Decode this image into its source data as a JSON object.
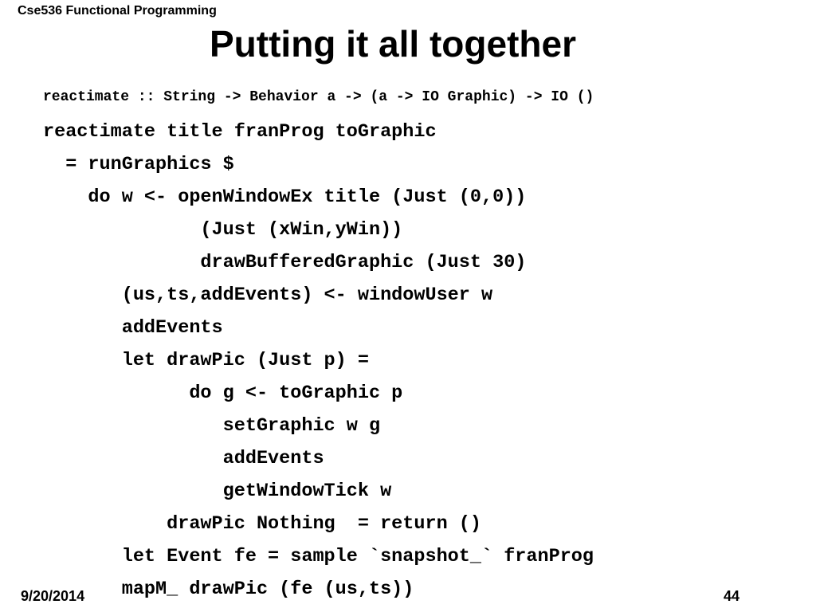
{
  "header": {
    "course": "Cse536 Functional Programming"
  },
  "slide": {
    "title": "Putting it all together",
    "signature": "reactimate :: String -> Behavior a -> (a -> IO Graphic) -> IO ()",
    "code_lines": [
      "reactimate title franProg toGraphic",
      "  = runGraphics $",
      "    do w <- openWindowEx title (Just (0,0))",
      "              (Just (xWin,yWin))",
      "              drawBufferedGraphic (Just 30)",
      "       (us,ts,addEvents) <- windowUser w",
      "       addEvents",
      "       let drawPic (Just p) =",
      "             do g <- toGraphic p",
      "                setGraphic w g",
      "                addEvents",
      "                getWindowTick w",
      "           drawPic Nothing  = return ()",
      "       let Event fe = sample `snapshot_` franProg",
      "       mapM_ drawPic (fe (us,ts))"
    ]
  },
  "footer": {
    "date": "9/20/2014",
    "page": "44"
  }
}
